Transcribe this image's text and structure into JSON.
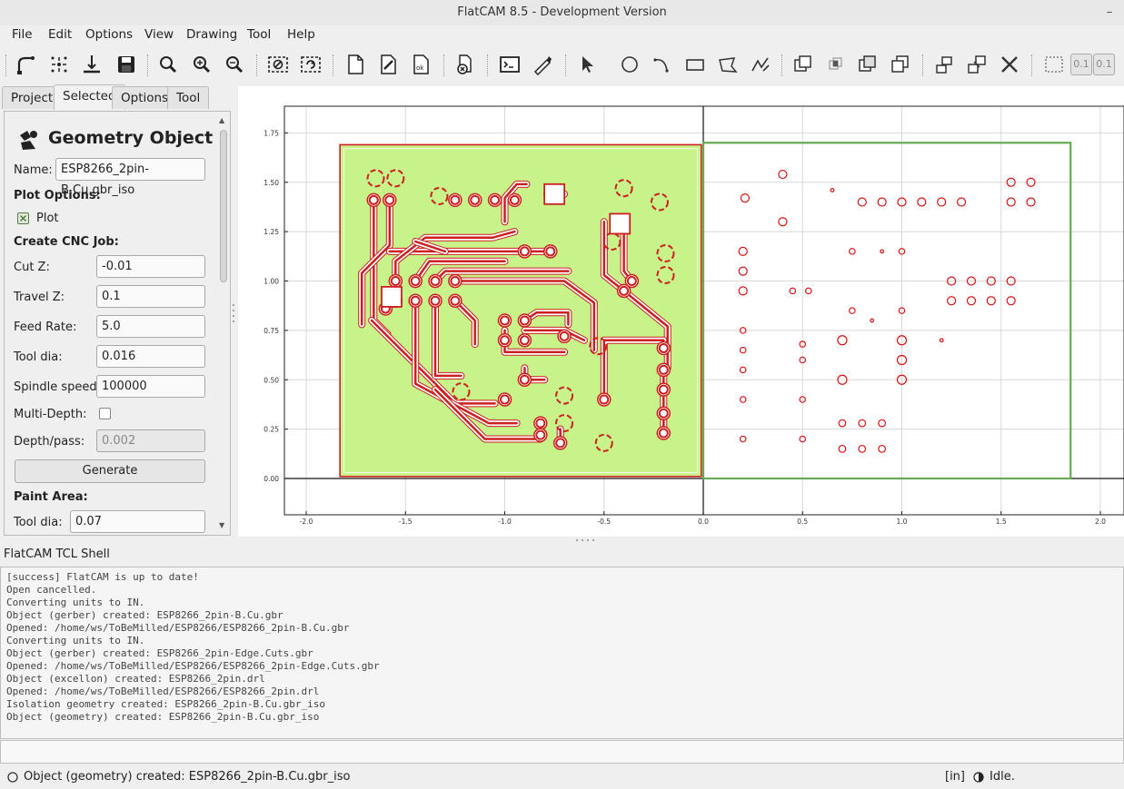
{
  "window": {
    "title": "FlatCAM 8.5 - Development Version",
    "minimize_glyph": "–"
  },
  "menu": [
    "File",
    "Edit",
    "Options",
    "View",
    "Drawing",
    "Tool",
    "Help"
  ],
  "toolbar": {
    "buttons": [
      "open-gerber",
      "open-excellon",
      "open-gcode",
      "save-project",
      "replot",
      "zoom-in",
      "zoom-out",
      "clear-plot",
      "replot-all",
      "new-geometry",
      "new-project",
      "ok-text",
      "delete",
      "shell",
      "measure",
      "select",
      "circle",
      "arc",
      "rectangle",
      "polygon",
      "path",
      "union",
      "intersection",
      "subtraction",
      "cut-path",
      "copy",
      "move",
      "delete-shape",
      "snap-grid"
    ],
    "snap_value_1": "0.1",
    "snap_value_2": "0.1"
  },
  "tabs": [
    "Project",
    "Selected",
    "Options",
    "Tool"
  ],
  "selected_tab": "Selected",
  "panel": {
    "header": "Geometry Object",
    "name_label": "Name:",
    "name_value": "ESP8266_2pin-B.Cu.gbr_iso",
    "plot_options_label": "Plot Options:",
    "plot_label": "Plot",
    "plot_checked": true,
    "cnc_label": "Create CNC Job:",
    "fields": [
      {
        "label": "Cut Z:",
        "value": "-0.01"
      },
      {
        "label": "Travel Z:",
        "value": "0.1"
      },
      {
        "label": "Feed Rate:",
        "value": "5.0"
      },
      {
        "label": "Tool dia:",
        "value": "0.016"
      },
      {
        "label": "Spindle speed:",
        "value": "100000"
      }
    ],
    "multidepth_label": "Multi-Depth:",
    "multidepth_checked": false,
    "depthpass_label": "Depth/pass:",
    "depthpass_value": "0.002",
    "generate_label": "Generate",
    "paint_label": "Paint Area:",
    "paint_tooldia_label": "Tool dia:",
    "paint_tooldia_value": "0.07"
  },
  "plot": {
    "x_ticks": [
      "-2.0",
      "-1.5",
      "-1.0",
      "-0.5",
      "0.0",
      "0.5",
      "1.0",
      "1.5",
      "2.0"
    ],
    "x_tick_values": [
      -2.0,
      -1.5,
      -1.0,
      -0.5,
      0.0,
      0.5,
      1.0,
      1.5,
      2.0
    ],
    "y_ticks": [
      "0.00",
      "0.25",
      "0.50",
      "0.75",
      "1.00",
      "1.25",
      "1.50",
      "1.75"
    ],
    "y_tick_values": [
      0.0,
      0.25,
      0.5,
      0.75,
      1.0,
      1.25,
      1.5,
      1.75
    ],
    "board_color": "#c8f28a",
    "trace_color": "#cc1f1f",
    "outline_color": "#66aa55",
    "drill_color": "#dd1111"
  },
  "shell": {
    "title": "FlatCAM TCL Shell",
    "lines": [
      "[success] FlatCAM is up to date!",
      "Open cancelled.",
      "Converting units to IN.",
      "Object (gerber) created: ESP8266_2pin-B.Cu.gbr",
      "Opened: /home/ws/ToBeMilled/ESP8266/ESP8266_2pin-B.Cu.gbr",
      "Converting units to IN.",
      "Object (gerber) created: ESP8266_2pin-Edge.Cuts.gbr",
      "Opened: /home/ws/ToBeMilled/ESP8266/ESP8266_2pin-Edge.Cuts.gbr",
      "Object (excellon) created: ESP8266_2pin.drl",
      "Opened: /home/ws/ToBeMilled/ESP8266/ESP8266_2pin.drl",
      "Isolation geometry created: ESP8266_2pin-B.Cu.gbr_iso",
      "Object (geometry) created: ESP8266_2pin-B.Cu.gbr_iso"
    ]
  },
  "status": {
    "message": "Object (geometry) created: ESP8266_2pin-B.Cu.gbr_iso",
    "units": "[in]",
    "state": "Idle."
  }
}
